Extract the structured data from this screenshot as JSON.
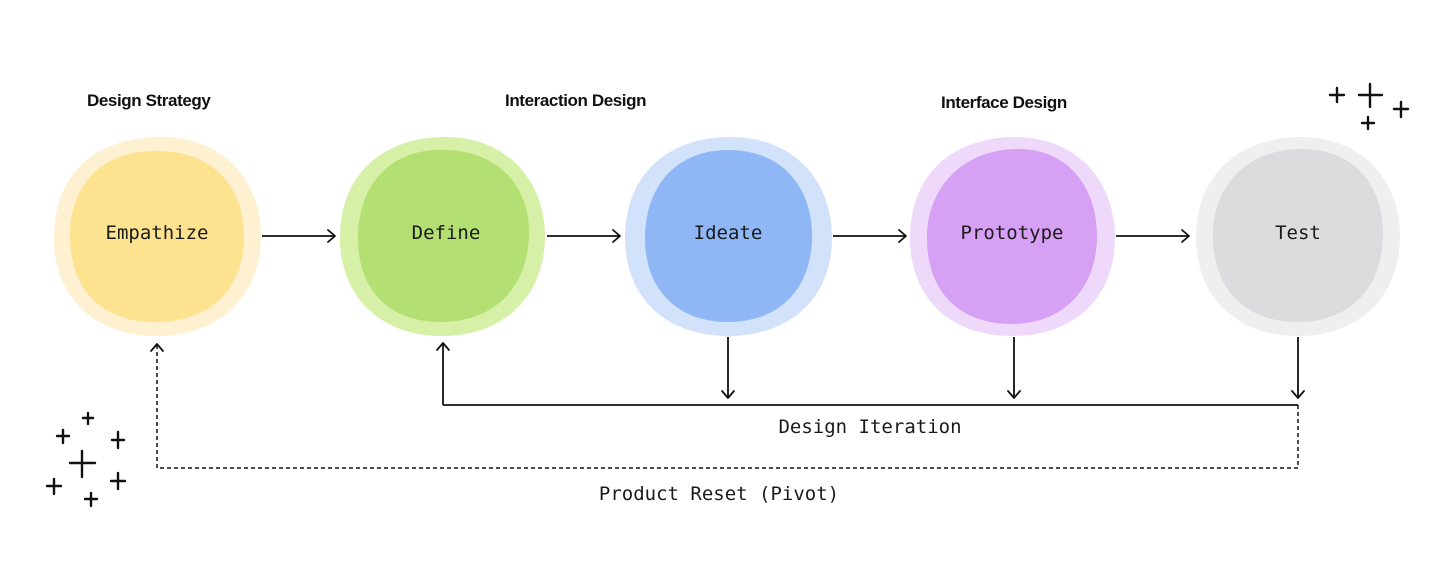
{
  "phases": [
    {
      "label": "Design Strategy"
    },
    {
      "label": "Interaction Design"
    },
    {
      "label": "Interface Design"
    }
  ],
  "stages": [
    {
      "label": "Empathize",
      "outer_color": "#fdf1d2",
      "inner_color": "#fde290"
    },
    {
      "label": "Define",
      "outer_color": "#d6f0a8",
      "inner_color": "#b4df72"
    },
    {
      "label": "Ideate",
      "outer_color": "#d3e2fb",
      "inner_color": "#8fb6f5"
    },
    {
      "label": "Prototype",
      "outer_color": "#eed9fb",
      "inner_color": "#d6a0f4"
    },
    {
      "label": "Test",
      "outer_color": "#efeff0",
      "inner_color": "#dcdcdf"
    }
  ],
  "loops": {
    "design_iteration": "Design Iteration",
    "product_reset": "Product Reset (Pivot)"
  },
  "icons": {
    "flow_arrow": "right-arrow-icon",
    "decoration": "sparkle-icon"
  }
}
